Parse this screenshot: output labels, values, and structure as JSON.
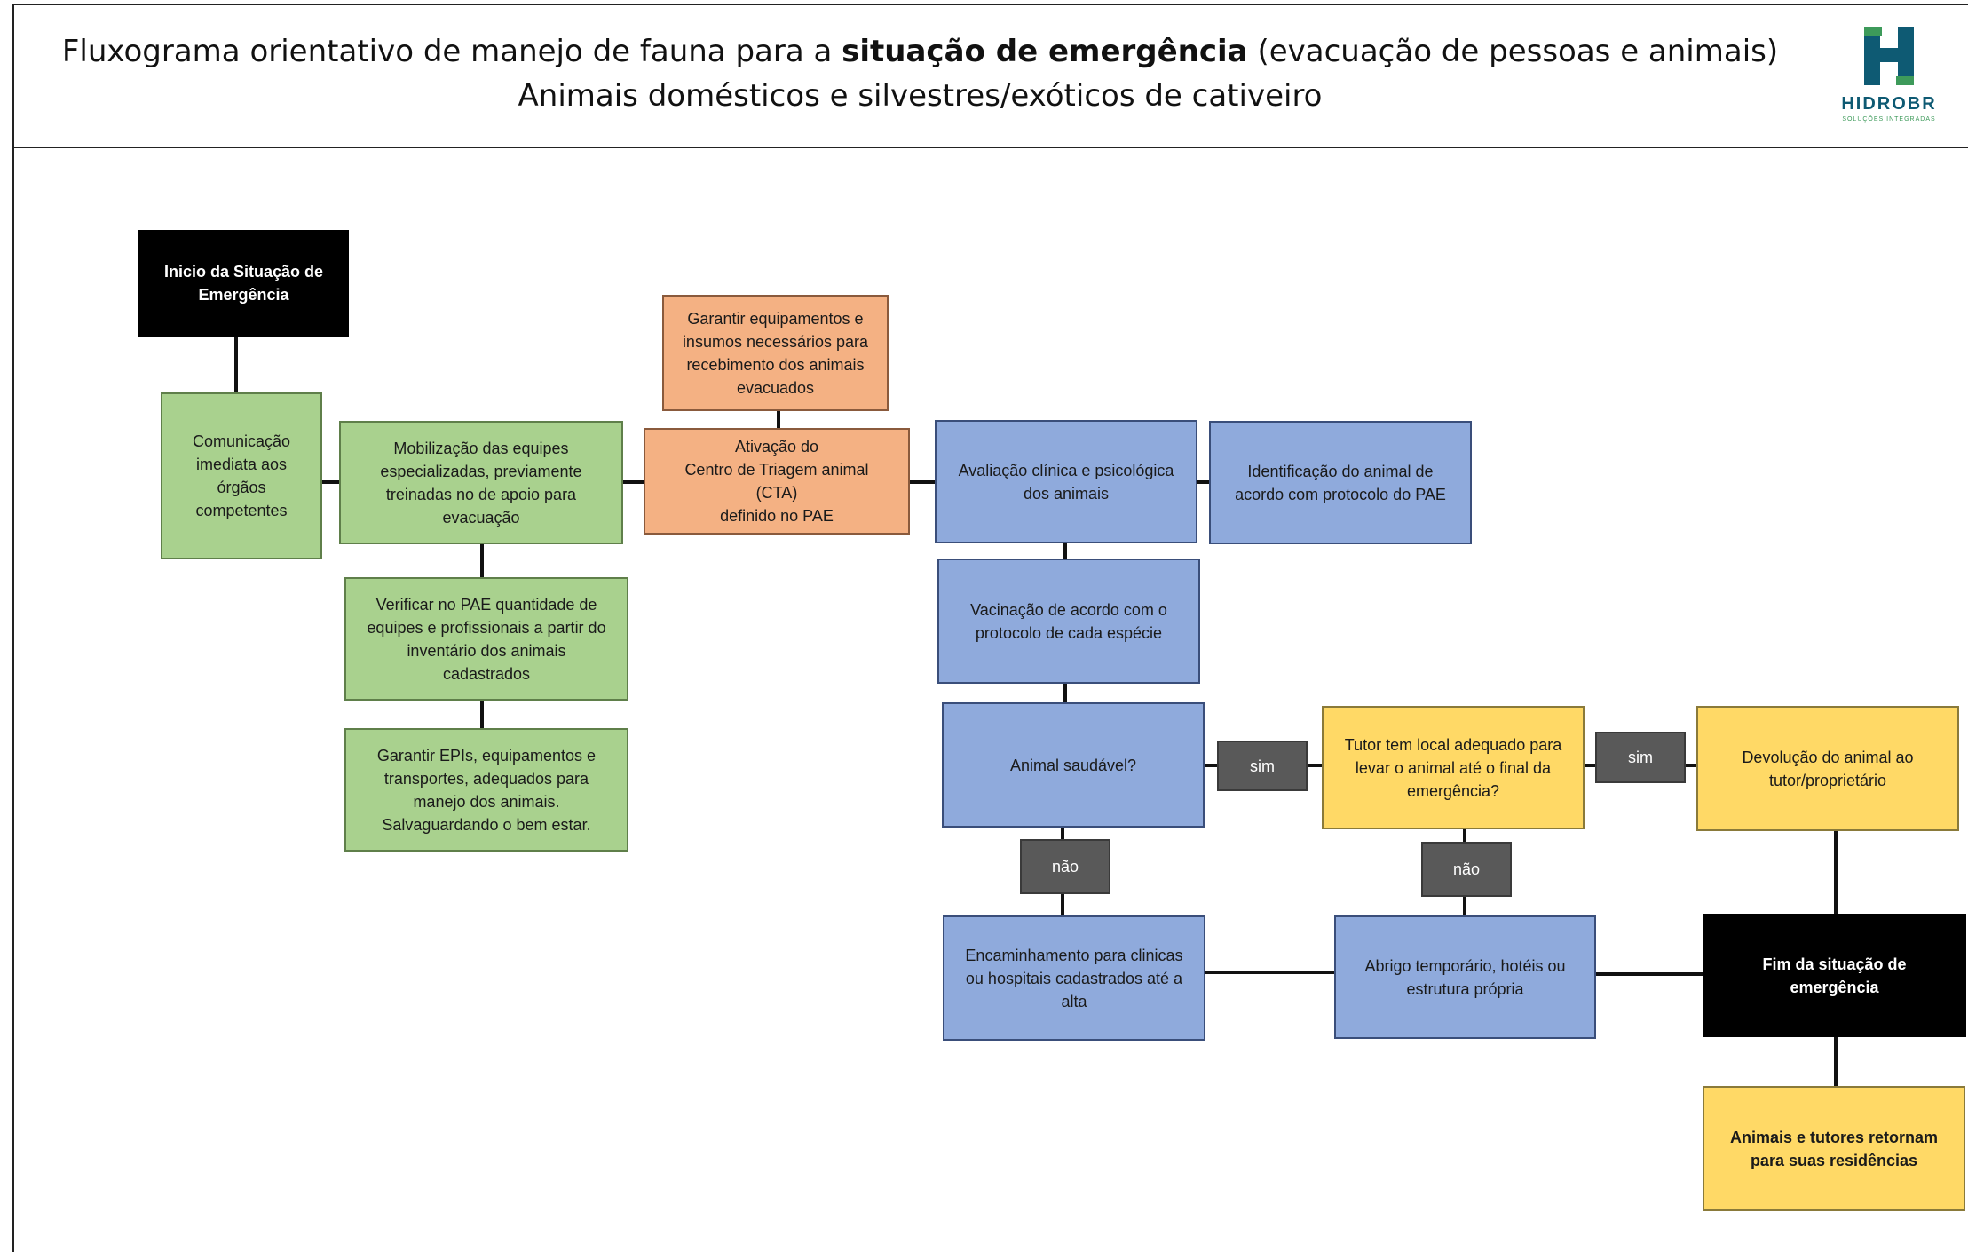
{
  "header": {
    "title_prefix": "Fluxograma orientativo de manejo de fauna para a ",
    "title_bold": "situação de emergência",
    "title_suffix": " (evacuação de pessoas e animais)",
    "subtitle": "Animais domésticos e silvestres/exóticos de cativeiro",
    "logo_text": "HIDROBR",
    "logo_subtext": "SOLUÇÕES INTEGRADAS",
    "logo_colors": {
      "primary": "#0e5a73",
      "accent": "#3d9a5a"
    }
  },
  "nodes": {
    "inicio": "Inicio da Situação de\nEmergência",
    "comunicacao": "Comunicação\nimediata aos\nórgãos\ncompetentes",
    "mobilizacao": "Mobilização das equipes\nespecializadas, previamente\ntreinadas no  de apoio para\nevacuação",
    "verificar": "Verificar no PAE quantidade de\nequipes e profissionais a partir do\ninventário dos animais\ncadastrados",
    "garantir_epis": "Garantir EPIs, equipamentos e\ntransportes, adequados para\nmanejo dos animais.\nSalvaguardando o bem estar.",
    "garantir_equip": "Garantir equipamentos e\ninsumos necessários para\nrecebimento dos animais\nevacuados",
    "ativacao": "Ativação  do\nCentro de Triagem animal\n(CTA)\ndefinido no PAE",
    "avaliacao": "Avaliação clínica e psicológica\ndos animais",
    "identificacao": "Identificação do animal de\nacordo com protocolo do PAE",
    "vacinacao": "Vacinação de acordo com o\nprotocolo de cada espécie",
    "saudavel": "Animal saudável?",
    "tutor": "Tutor tem local adequado para\nlevar o animal até o final da\nemergência?",
    "devolucao": "Devolução do animal ao\ntutor/proprietário",
    "encaminhamento": "Encaminhamento para clinicas\nou hospitais cadastrados até a\nalta",
    "abrigo": "Abrigo temporário, hotéis ou\nestrutura própria",
    "fim": "Fim da situação de\nemergência",
    "retorno": "Animais e tutores retornam\npara suas residências"
  },
  "labels": {
    "sim": "sim",
    "nao": "não"
  },
  "colors": {
    "green": "#a9d18e",
    "orange": "#f4b183",
    "blue": "#8faadc",
    "yellow": "#ffd966",
    "black": "#000000",
    "dark_gray": "#595959"
  }
}
